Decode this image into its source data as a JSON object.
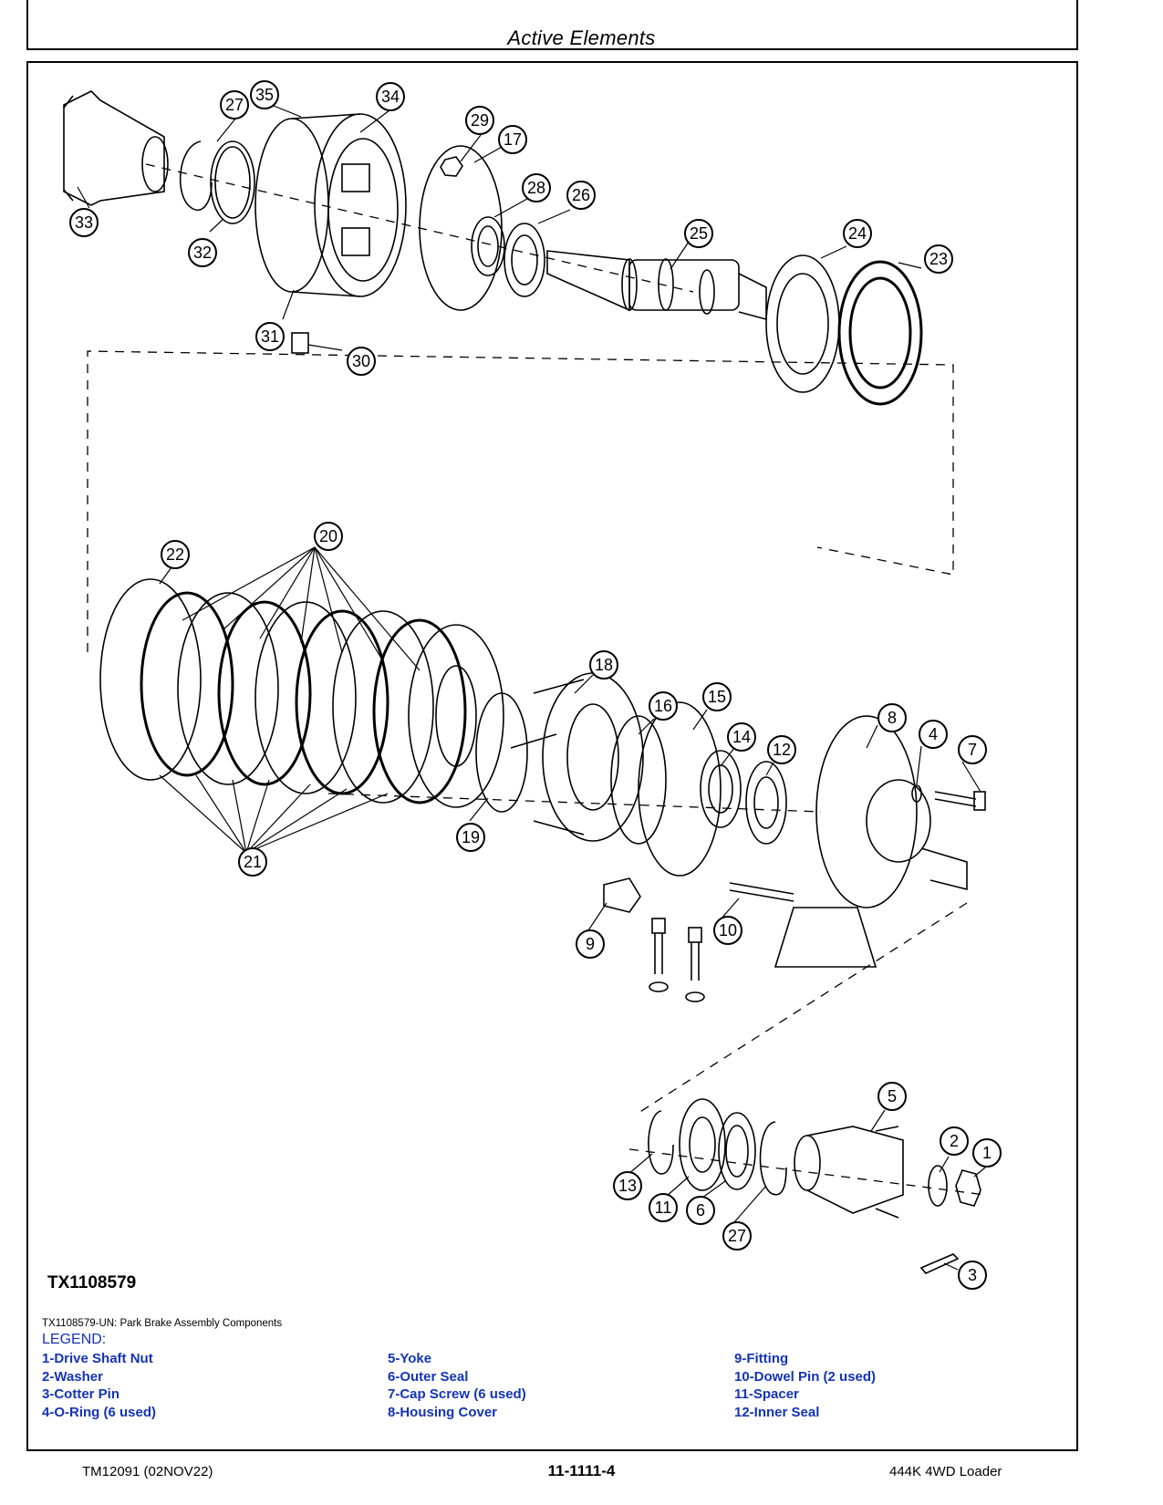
{
  "header": {
    "title": "Active Elements"
  },
  "figure": {
    "id": "TX1108579",
    "caption": "TX1108579-UN: Park Brake Assembly Components",
    "callouts": [
      "1",
      "2",
      "3",
      "4",
      "5",
      "6",
      "7",
      "8",
      "9",
      "10",
      "11",
      "12",
      "13",
      "14",
      "15",
      "16",
      "17",
      "18",
      "19",
      "20",
      "21",
      "22",
      "23",
      "24",
      "25",
      "26",
      "27",
      "27",
      "28",
      "29",
      "30",
      "31",
      "32",
      "33",
      "34",
      "35"
    ]
  },
  "legend": {
    "heading": "LEGEND:",
    "columns": [
      [
        "1-Drive Shaft Nut",
        "2-Washer",
        "3-Cotter Pin",
        "4-O-Ring (6 used)"
      ],
      [
        "5-Yoke",
        "6-Outer Seal",
        "7-Cap Screw (6 used)",
        "8-Housing Cover"
      ],
      [
        "9-Fitting",
        "10-Dowel Pin (2 used)",
        "11-Spacer",
        "12-Inner Seal"
      ]
    ]
  },
  "footer": {
    "left": "TM12091 (02NOV22)",
    "center": "11-1111-4",
    "right": "444K 4WD Loader"
  },
  "colors": {
    "legend_text": "#1433b8",
    "line": "#000000"
  }
}
